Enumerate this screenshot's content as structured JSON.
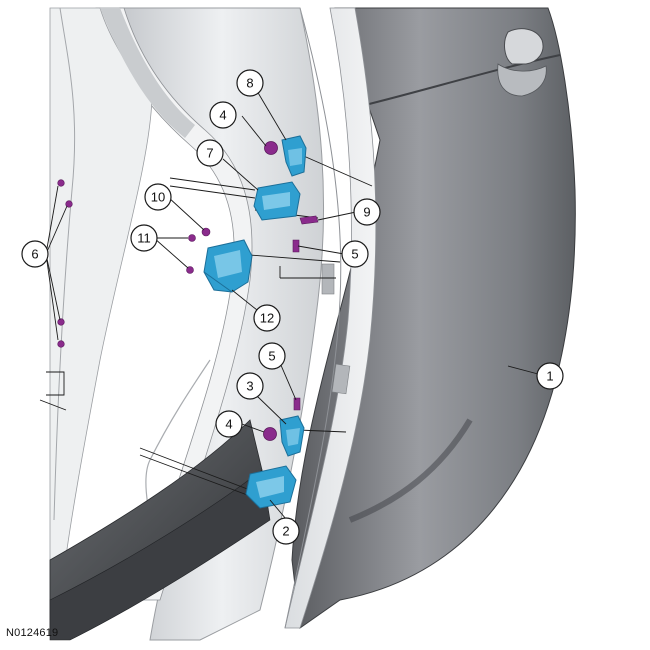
{
  "figure": {
    "id_label": "N0124619",
    "colors": {
      "door_dark": "#4a4c50",
      "door_mid": "#8d9095",
      "door_light": "#c9cbce",
      "body_panel": "#e3e5e8",
      "body_shadow": "#b7babe",
      "hinge_blue": "#2f9fd0",
      "hinge_blue_dark": "#1c6f99",
      "fastener_purple": "#8a2b8c"
    }
  },
  "callouts": [
    {
      "id": "c1",
      "label": "1"
    },
    {
      "id": "c2",
      "label": "2"
    },
    {
      "id": "c3",
      "label": "3"
    },
    {
      "id": "c4a",
      "label": "4"
    },
    {
      "id": "c4b",
      "label": "4"
    },
    {
      "id": "c5a",
      "label": "5"
    },
    {
      "id": "c5b",
      "label": "5"
    },
    {
      "id": "c6",
      "label": "6"
    },
    {
      "id": "c7",
      "label": "7"
    },
    {
      "id": "c8",
      "label": "8"
    },
    {
      "id": "c9",
      "label": "9"
    },
    {
      "id": "c10",
      "label": "10"
    },
    {
      "id": "c11",
      "label": "11"
    },
    {
      "id": "c12",
      "label": "12"
    }
  ]
}
